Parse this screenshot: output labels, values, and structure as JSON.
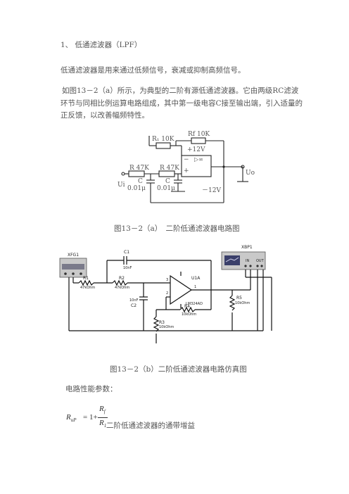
{
  "heading": "1、 低通滤波器（LPF）",
  "intro": "低通滤波器是用来通过低频信号，衰减或抑制高频信号。",
  "paragraph": "如图13－2（a）所示，为典型的二阶有源低通滤波器。它由两级RC滤波环节与同相比例运算电路组成，其中第一级电容C接至输出端，引入适量的正反馈，以改善幅频特性。",
  "fig_a": {
    "caption": "图13－2（a）　二阶低通滤波器电路图",
    "r1": "R₁ 10K",
    "rf": "Rf 10K",
    "vplus": "+12V",
    "vminus": "－12V",
    "r_left": "R 47K",
    "r_right": "R 47K",
    "c_left": "C",
    "c_right": "C",
    "c_left_val": "0.01μ",
    "c_right_val": "0.01μ",
    "ui": "Ui",
    "uo": "Uo",
    "opamp": "▷∞",
    "minus": "−",
    "plus": "+"
  },
  "fig_b": {
    "caption": "图13－2（b）二阶低通滤波器电路仿真图",
    "xfg": "XFG1",
    "xbp": "XBP1",
    "r1": "R1",
    "r1v": "47kOhm",
    "r2": "R2",
    "r2v": "47kOhm",
    "c1": "C1",
    "c1v": "10nF",
    "c2": "C2",
    "c2v": "10nF",
    "r3": "R3",
    "r3v": "10kOhm",
    "r4": "R4",
    "r4v": "10kOhm",
    "r5": "R5",
    "r5v": "10kOhm",
    "u1": "U1A",
    "u1v": "LM324AD",
    "pin2": "2",
    "pin3": "3",
    "pin1": "1",
    "in_label": "IN",
    "out_label": "OUT"
  },
  "params_label": "电路性能参数：",
  "formula": {
    "lhs": "R",
    "lhs_sub": "uP",
    "eq": "= 1+",
    "num": "R",
    "num_sub": "f",
    "den": "R",
    "den_sub": "1"
  },
  "formula_desc": "二阶低通滤波器的通带增益"
}
